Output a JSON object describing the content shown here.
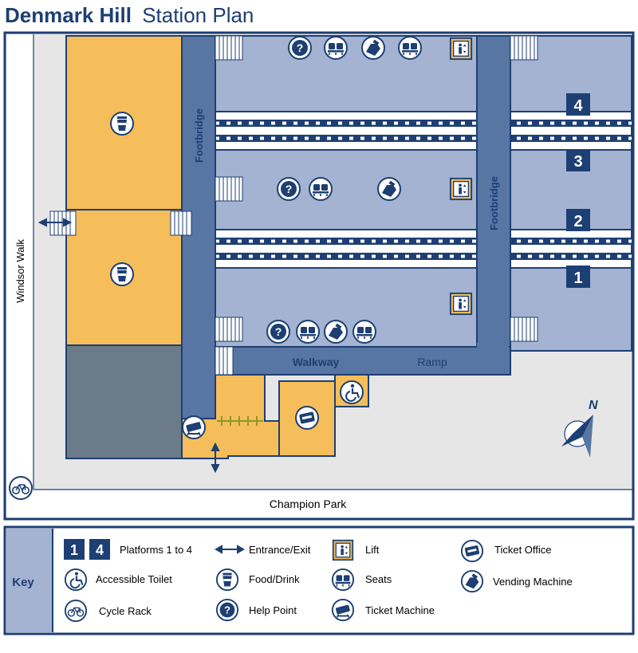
{
  "title": {
    "bold": "Denmark Hill",
    "light": "Station Plan"
  },
  "map": {
    "windsor_walk": "Windsor Walk",
    "champion_park": "Champion Park",
    "footbridge_left": "Footbridge",
    "footbridge_right": "Footbridge",
    "walkway": "Walkway",
    "ramp": "Ramp",
    "north": "N",
    "platforms": [
      "4",
      "3",
      "2",
      "1"
    ]
  },
  "key": {
    "heading": "Key",
    "platform_badges": [
      "1",
      "4"
    ],
    "items": {
      "platforms": "Platforms 1 to 4",
      "entrance": "Entrance/Exit",
      "lift": "Lift",
      "ticket_office": "Ticket Office",
      "accessible_toilet": "Accessible Toilet",
      "food_drink": "Food/Drink",
      "seats": "Seats",
      "vending_machine": "Vending Machine",
      "cycle_rack": "Cycle Rack",
      "help_point": "Help Point",
      "ticket_machine": "Ticket Machine"
    }
  },
  "colors": {
    "navy": "#1d3f73",
    "platform_fill": "#a3b3d1",
    "footbridge_fill": "#5876a3",
    "building_orange": "#f6bd5b",
    "building_grey": "#6b7b89",
    "ground_grey": "#e6e6e6"
  }
}
